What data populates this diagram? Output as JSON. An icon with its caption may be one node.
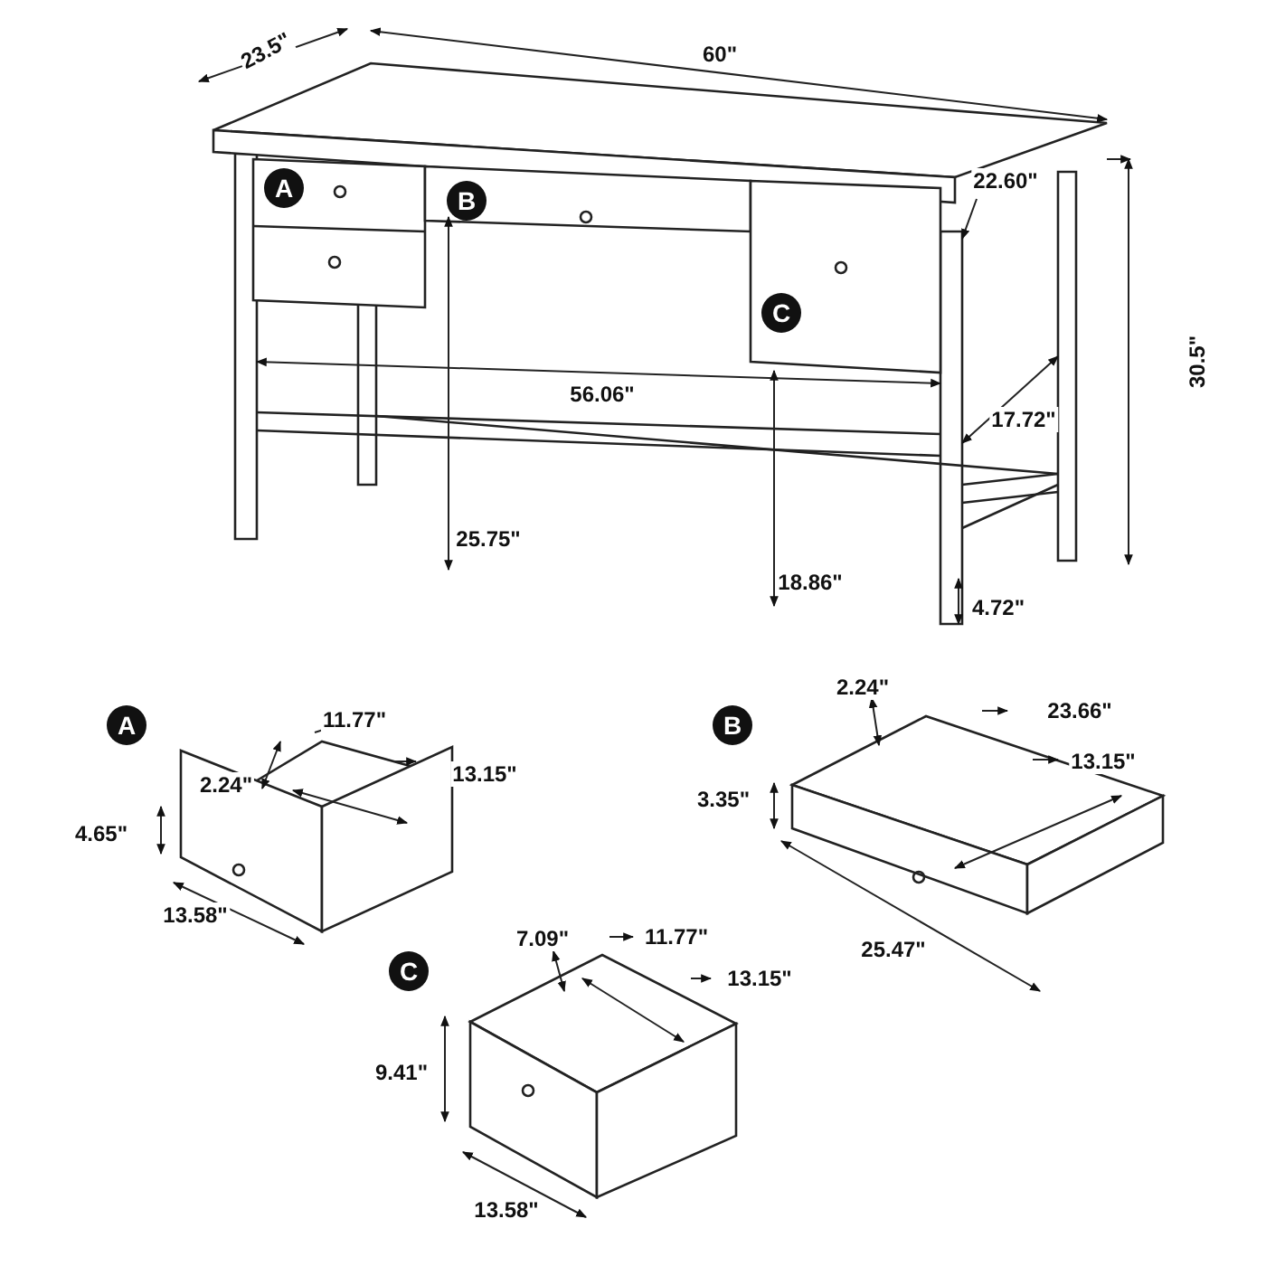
{
  "diagram": {
    "labels": [
      "23.5\"",
      "60\"",
      "A",
      "B",
      "22.60\"",
      "C",
      "30.5\"",
      "56.06\"",
      "17.72\"",
      "25.75\"",
      "18.86\"",
      "4.72\"",
      "A",
      "2.24\"",
      "11.77\"",
      "13.15\"",
      "4.65\"",
      "13.58\"",
      "B",
      "2.24\"",
      "23.66\"",
      "13.15\"",
      "3.35\"",
      "25.47\"",
      "C",
      "7.09\"",
      "11.77\"",
      "13.15\"",
      "9.41\"",
      "13.58\""
    ]
  }
}
